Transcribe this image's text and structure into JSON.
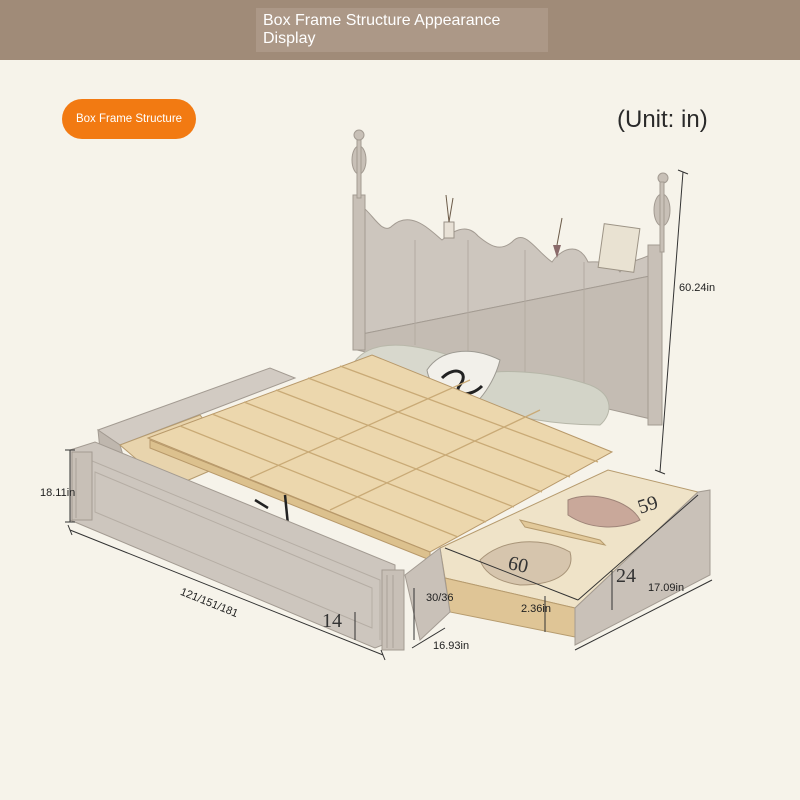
{
  "header": {
    "title": "Box Frame Structure Appearance Display"
  },
  "section_tag": {
    "label": "Box Frame Structure"
  },
  "unit_note": "(Unit: in)",
  "dimensions": {
    "headboard_height": "60.24in",
    "footboard_height": "18.11in",
    "length": "121/151/181",
    "foot_post": "14",
    "drawer_height": "30/36",
    "drawer_depth": "16.93in",
    "drawer_width": "60",
    "drawer_depth_2": "59",
    "drawer_side": "24",
    "drawer_front": "17.09in",
    "handle": "2.36in"
  },
  "colors": {
    "header_bg": "#a08b78",
    "tag_bg": "#f27a12",
    "frame": "#c9c1b8",
    "slats": "#e9d3a8",
    "background": "#f6f3ea"
  }
}
